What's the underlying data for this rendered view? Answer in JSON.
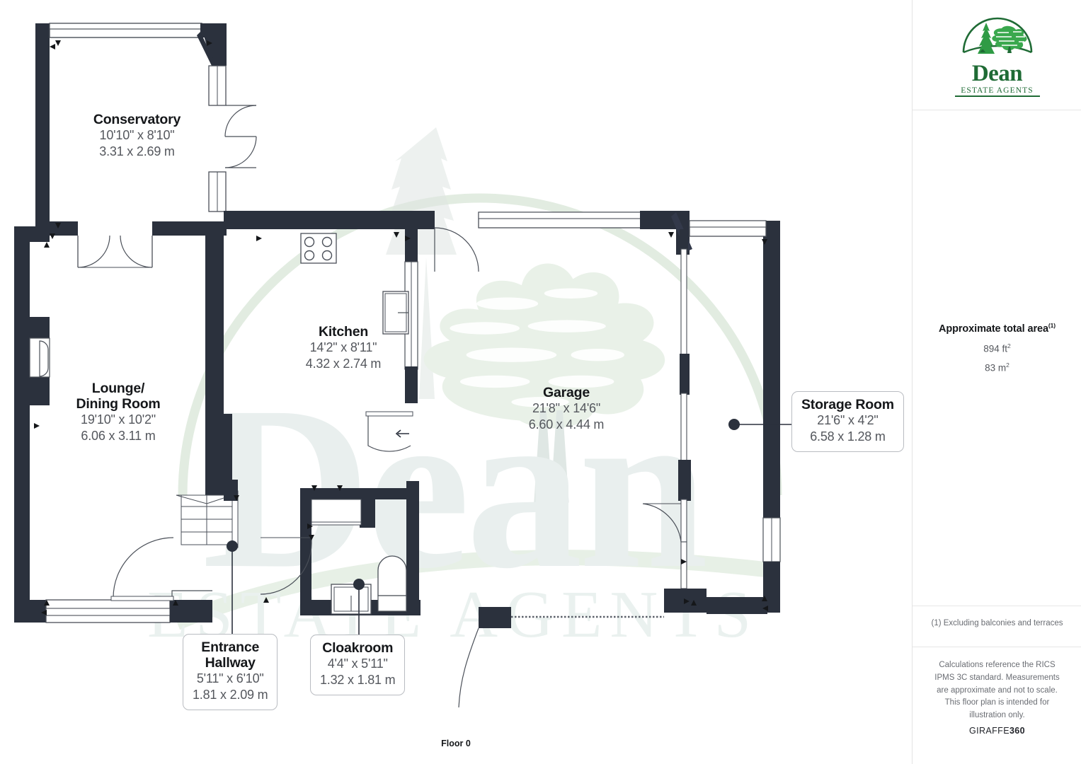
{
  "document": {
    "type": "floor-plan",
    "floor_caption": "Floor 0"
  },
  "branding": {
    "logo_name": "Dean",
    "logo_sub": "ESTATE AGENTS",
    "logo_color": "#1f6b35",
    "watermark_word": "Dean",
    "watermark_sub": "ESTATE AGENTS",
    "watermark_color": "#e8f0e7",
    "provider": "GIRAFFE",
    "provider_bold": "360"
  },
  "sidebar": {
    "area_title": "Approximate total area",
    "area_title_superscript": "(1)",
    "area_sqft": "894 ft",
    "area_sqft_sup": "2",
    "area_sqm": "83 m",
    "area_sqm_sup": "2",
    "footnote": "(1) Excluding balconies and terraces",
    "disclaimer": "Calculations reference the RICS IPMS 3C standard. Measurements are approximate and not to scale. This floor plan is intended for illustration only."
  },
  "rooms": [
    {
      "id": "conservatory",
      "name": "Conservatory",
      "dim_imperial": "10'10\" x 8'10\"",
      "dim_metric": "3.31 x 2.69 m",
      "boxed": false
    },
    {
      "id": "lounge-dining-room",
      "name_line1": "Lounge/",
      "name_line2": "Dining Room",
      "dim_imperial": "19'10\" x 10'2\"",
      "dim_metric": "6.06 x 3.11 m",
      "boxed": false
    },
    {
      "id": "kitchen",
      "name": "Kitchen",
      "dim_imperial": "14'2\" x 8'11\"",
      "dim_metric": "4.32 x 2.74 m",
      "boxed": false
    },
    {
      "id": "garage",
      "name": "Garage",
      "dim_imperial": "21'8\" x 14'6\"",
      "dim_metric": "6.60 x 4.44 m",
      "boxed": false
    },
    {
      "id": "storage-room",
      "name": "Storage Room",
      "dim_imperial": "21'6\" x 4'2\"",
      "dim_metric": "6.58 x 1.28 m",
      "boxed": true
    },
    {
      "id": "entrance-hallway",
      "name_line1": "Entrance",
      "name_line2": "Hallway",
      "dim_imperial": "5'11\" x 6'10\"",
      "dim_metric": "1.81 x 2.09 m",
      "boxed": true
    },
    {
      "id": "cloakroom",
      "name": "Cloakroom",
      "dim_imperial": "4'4\" x 5'11\"",
      "dim_metric": "1.32 x 1.81 m",
      "boxed": true
    }
  ],
  "colors": {
    "wall": "#2b313d",
    "wall_light": "#3a4150",
    "line": "#4a4f58",
    "text_dark": "#15171a",
    "text_grey": "#54575d",
    "accent_green": "#1f6b35"
  },
  "fixtures": [
    {
      "name": "hob-icon",
      "room": "kitchen",
      "burners": 4
    },
    {
      "name": "sink-icon",
      "room": "cloakroom"
    },
    {
      "name": "toilet-icon",
      "room": "cloakroom"
    },
    {
      "name": "staircase-icon",
      "room": "entrance-hallway"
    },
    {
      "name": "garage-door-icon",
      "room": "garage"
    },
    {
      "name": "radiator-icon",
      "room": "lounge-dining-room"
    }
  ]
}
